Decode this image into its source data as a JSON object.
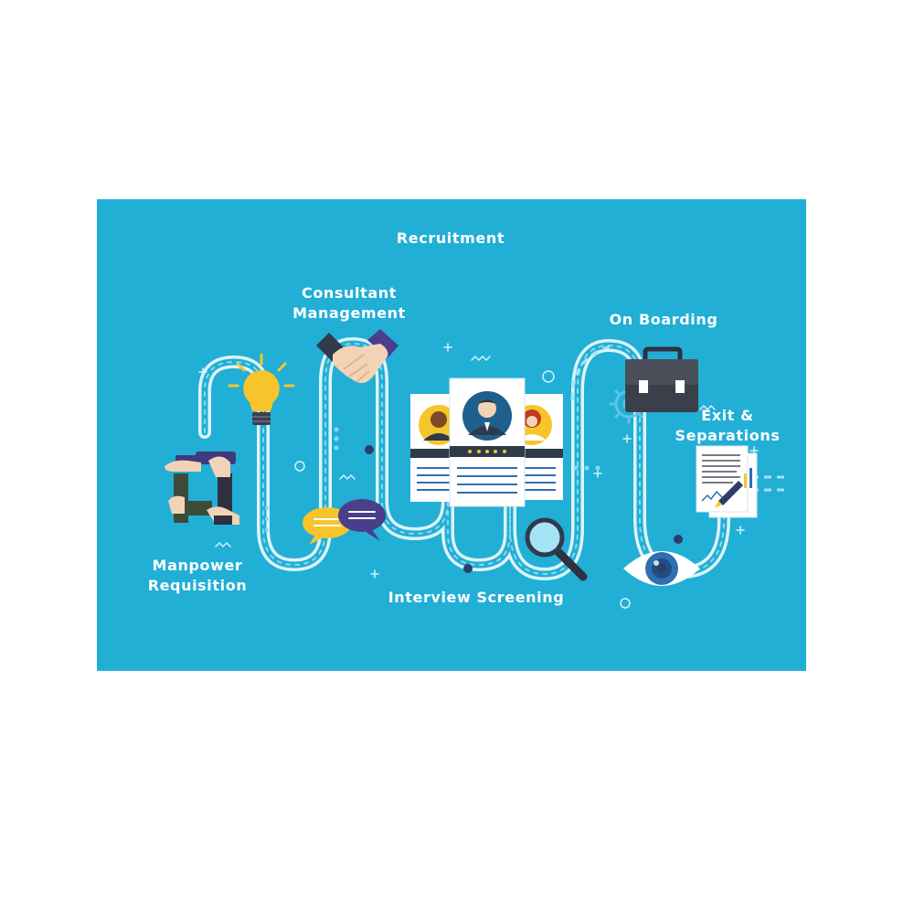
{
  "colors": {
    "background": "#21afd6",
    "path": "#8ad8f0",
    "path_dark": "#2a92c4",
    "accent_yellow": "#f7c52b",
    "accent_purple": "#4a3f8a",
    "dark": "#2f3b4a",
    "card": "#ffffff"
  },
  "stages": {
    "recruitment": "Recruitment",
    "consultant_line1": "Consultant",
    "consultant_line2": "Management",
    "onboarding": "On Boarding",
    "exit_line1": "Exit &",
    "exit_line2": "Separations",
    "manpower_line1": "Manpower",
    "manpower_line2": "Requisition",
    "interview": "Interview Screening"
  },
  "icons": [
    "lightbulb-icon",
    "linked-hands-icon",
    "handshake-icon",
    "chat-bubbles-icon",
    "candidate-cards-icon",
    "magnifier-icon",
    "briefcase-icon",
    "gear-icon",
    "documents-icon",
    "eye-icon"
  ]
}
